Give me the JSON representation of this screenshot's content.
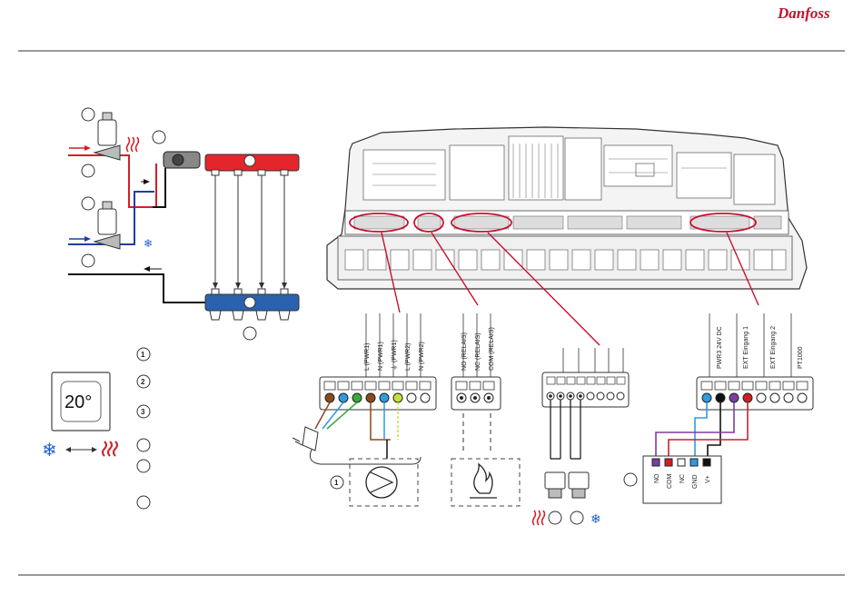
{
  "brand": {
    "logo_text": "Danfoss",
    "accent": "#e2001a"
  },
  "thermostat": {
    "temperature": "20°"
  },
  "legend_numbers": [
    "1",
    "2",
    "3"
  ],
  "pwr_terminals": [
    "L (PWR1)",
    "N (PWR1)",
    "⏚ (PWR1)",
    "L (PWR2)",
    "N (PWR2)"
  ],
  "relay_terminals": [
    "NO (RELAIS)",
    "NC (RELAIS)",
    "COM (RELAIS)"
  ],
  "ext_terminals": [
    "PWR3 24V DC",
    "EXT Eingang 1",
    "EXT Eingang 2",
    "PT1000"
  ],
  "device_terminals": [
    "NO",
    "COM",
    "NC",
    "GND",
    "V+"
  ],
  "pump_number": "1",
  "colors": {
    "hot": "#d21f26",
    "cold": "#1f3f9e",
    "wire_brown": "#8b4a1c",
    "wire_blue": "#2f9be0",
    "wire_green": "#3aa83a",
    "wire_purple": "#7b3fa0",
    "manifold_red": "#e4262c",
    "manifold_blue": "#2b62ad"
  }
}
